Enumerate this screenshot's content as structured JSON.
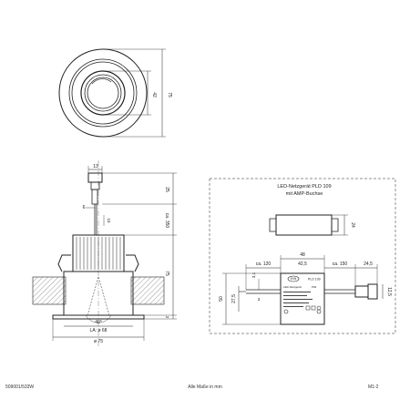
{
  "top_view": {
    "dim_outer": "75",
    "dim_inner": "42"
  },
  "side_view": {
    "dim_connector_width": "13",
    "dim_connector_height": "25",
    "dim_cable_length": "ca. 350",
    "dim_cable_small": "6",
    "dim_cable_offset": "15",
    "dim_total_height": "75",
    "dim_bottom": "2",
    "angle": "40°",
    "cutout": "LA: ø 68",
    "outer_diameter": "ø 75"
  },
  "driver": {
    "title_line1": "LED-Netzgerät PLD 109",
    "title_line2": "mit AMP-Buchse",
    "dim_height": "24",
    "dim_length": "48",
    "dim_input_cable": "ca. 120",
    "dim_body": "42,5",
    "dim_output_cable": "ca. 150",
    "dim_plug": "24,5",
    "dim_width": "50",
    "dim_hole_distance": "27,5",
    "dim_small_31": "3,1",
    "dim_small_3": "3",
    "dim_plug_width": "12,5",
    "label_brand": "EVN",
    "label_model": "PLD 109",
    "label_line1": "LED-Netzgerät",
    "label_pnr": "P92"
  },
  "footer": {
    "code": "509001/533W",
    "note": "Alle Maße in mm",
    "page": "M1-2"
  }
}
